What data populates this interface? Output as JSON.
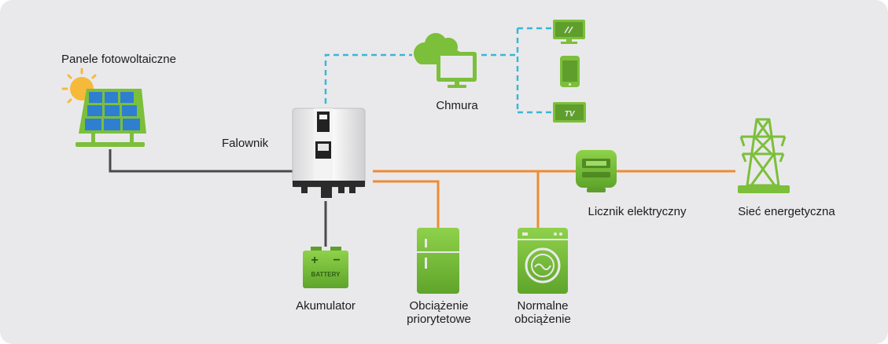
{
  "labels": {
    "panels": "Panele fotowoltaiczne",
    "inverter": "Falownik",
    "cloud": "Chmura",
    "battery": "Akumulator",
    "priority_load_line1": "Obciążenie",
    "priority_load_line2": "priorytetowe",
    "normal_load_line1": "Normalne",
    "normal_load_line2": "obciążenie",
    "meter": "Licznik elektryczny",
    "grid": "Sieć energetyczna"
  },
  "device_text": {
    "battery_plus": "+",
    "battery_minus": "−",
    "battery": "BATTERY",
    "tv": "TV"
  },
  "colors": {
    "background": "#e9e9eb",
    "green": "#7cbf3a",
    "green_dark": "#5f9e2c",
    "orange_line": "#f08a34",
    "cyan_dashed": "#3ab7d6",
    "dark_line": "#4a4a4a",
    "sun": "#f7b93a",
    "solar_cell": "#2f7fd0"
  }
}
